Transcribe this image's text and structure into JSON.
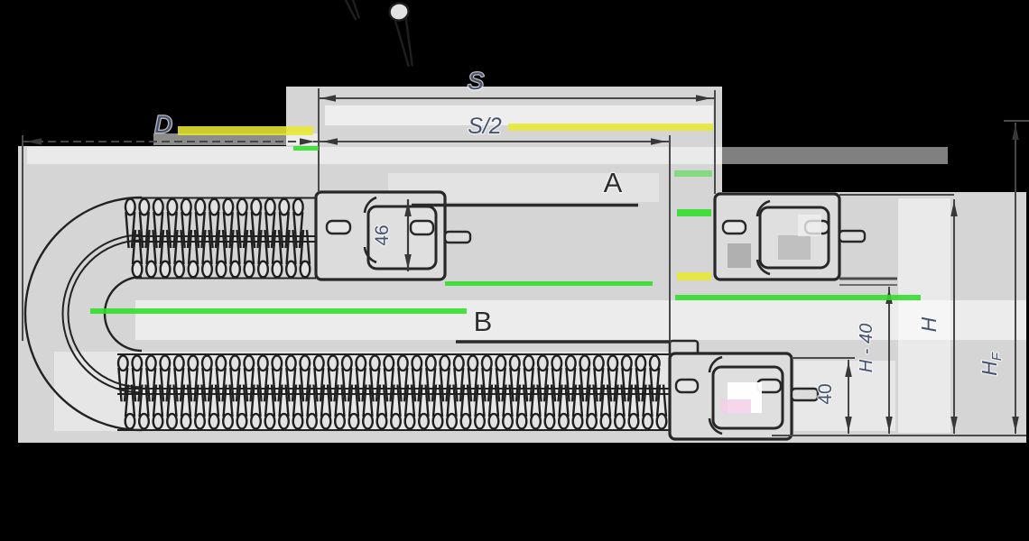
{
  "drawing": {
    "labels": {
      "s": "S",
      "s_half": "S/2",
      "d": "D",
      "a": "A",
      "b": "B",
      "width_46": "46",
      "height_40": "40",
      "h_minus_40": "H - 40",
      "h": "H",
      "hf_base": "H",
      "hf_sub": "F"
    },
    "colors": {
      "background": "#000000",
      "panel": "#d5d5d5",
      "line": "#474747",
      "outline": "#272727",
      "label_variable": "#47536e",
      "label_plain": "#2e2e2e",
      "artifact_green": "#2fdf28",
      "artifact_yellow": "#e9ea33",
      "artifact_pink": "#f5cfe7",
      "blob_gray": "#a8a8a8"
    }
  }
}
